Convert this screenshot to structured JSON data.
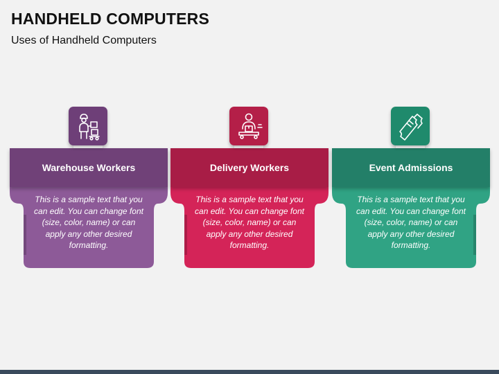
{
  "title": "HANDHELD COMPUTERS",
  "subtitle": "Uses of Handheld Computers",
  "cards": [
    {
      "heading": "Warehouse Workers",
      "text": "This is a sample text that you can edit. You can change font (size, color, name) or can apply any other desired formatting.",
      "icon": "warehouse-worker-icon",
      "colors": {
        "icon": "#6e3f78",
        "header": "#704178",
        "body": "#8d5a98"
      }
    },
    {
      "heading": "Delivery Workers",
      "text": "This is a sample text that you can edit. You can change font (size, color, name) or can apply any other desired formatting.",
      "icon": "delivery-worker-icon",
      "colors": {
        "icon": "#b41f48",
        "header": "#a81d46",
        "body": "#d42458"
      }
    },
    {
      "heading": "Event Admissions",
      "text": "This is a sample text that you can edit. You can change font (size, color, name) or can apply any other desired formatting.",
      "icon": "tickets-icon",
      "colors": {
        "icon": "#1f8a6c",
        "header": "#237f68",
        "body": "#30a384"
      }
    }
  ]
}
